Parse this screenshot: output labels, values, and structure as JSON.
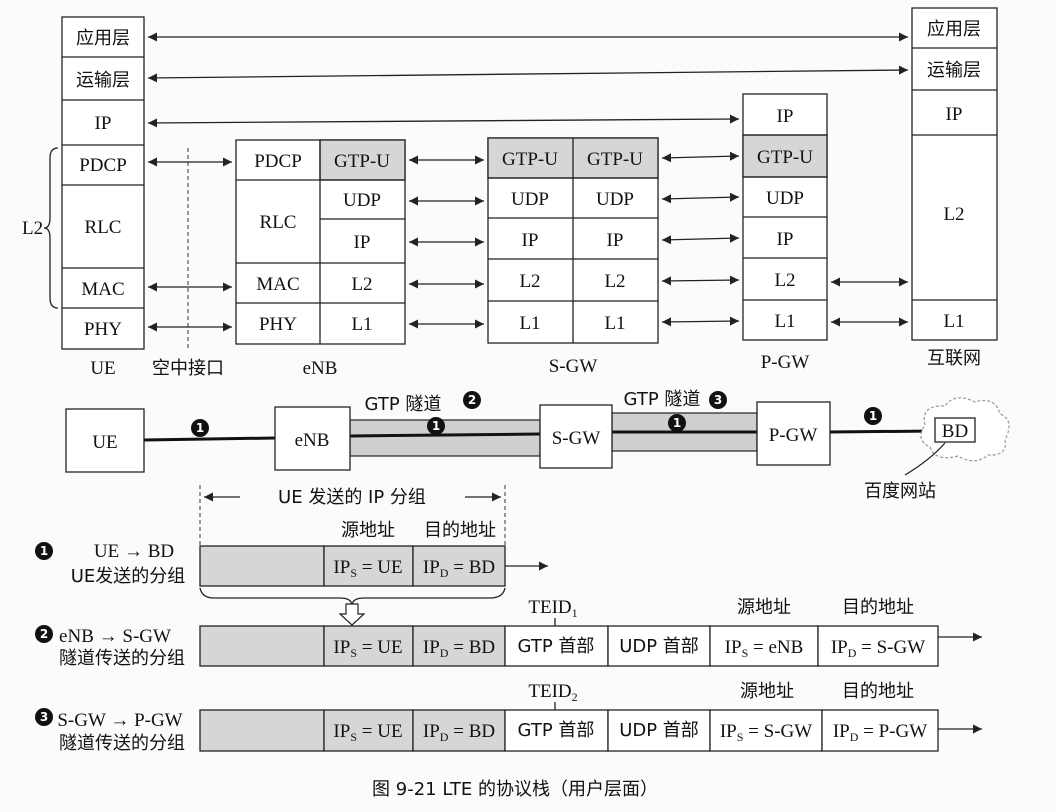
{
  "stack": {
    "ue": {
      "app": "应用层",
      "transport": "运输层",
      "ip": "IP",
      "pdcp": "PDCP",
      "rlc": "RLC",
      "mac": "MAC",
      "phy": "PHY",
      "l2": "L2",
      "label": "UE"
    },
    "air_label": "空中接口",
    "enb": {
      "pdcp": "PDCP",
      "gtpu": "GTP-U",
      "rlc": "RLC",
      "udp": "UDP",
      "ip": "IP",
      "mac": "MAC",
      "l2": "L2",
      "phy": "PHY",
      "l1": "L1",
      "label": "eNB"
    },
    "sgw": {
      "gtpu": "GTP-U",
      "udp": "UDP",
      "ip": "IP",
      "l2": "L2",
      "l1": "L1",
      "label": "S-GW"
    },
    "pgw": {
      "ip": "IP",
      "gtpu": "GTP-U",
      "udp": "UDP",
      "ipl": "IP",
      "l2": "L2",
      "l1": "L1",
      "label": "P-GW"
    },
    "inet": {
      "app": "应用层",
      "transport": "运输层",
      "ip": "IP",
      "l2": "L2",
      "l1": "L1",
      "label": "互联网"
    }
  },
  "path": {
    "ue": "UE",
    "enb": "eNB",
    "sgw": "S-GW",
    "pgw": "P-GW",
    "bd": "BD",
    "tunnel2": "GTP 隧道",
    "tunnel3": "GTP 隧道",
    "site": "百度网站",
    "m1": "1",
    "m2": "2",
    "m3": "3"
  },
  "packets": {
    "span_label": "UE 发送的 IP 分组",
    "src": "源地址",
    "dst": "目的地址",
    "row1": {
      "num": "1",
      "title": "UE → BD",
      "sub": "UE发送的分组",
      "ips": "UE",
      "ipd": "BD"
    },
    "row2": {
      "num": "2",
      "title": "eNB → S-GW",
      "sub": "隧道传送的分组",
      "ips": "UE",
      "ipd": "BD",
      "teid": "TEID",
      "teid_sub": "1",
      "gtp": "GTP 首部",
      "udp": "UDP 首部",
      "ips2": "eNB",
      "ipd2": "S-GW"
    },
    "row3": {
      "num": "3",
      "title": "S-GW → P-GW",
      "sub": "隧道传送的分组",
      "ips": "UE",
      "ipd": "BD",
      "teid": "TEID",
      "teid_sub": "2",
      "gtp": "GTP 首部",
      "udp": "UDP 首部",
      "ips2": "S-GW",
      "ipd2": "P-GW"
    }
  },
  "caption": "图 9-21 LTE 的协议栈（用户层面）"
}
